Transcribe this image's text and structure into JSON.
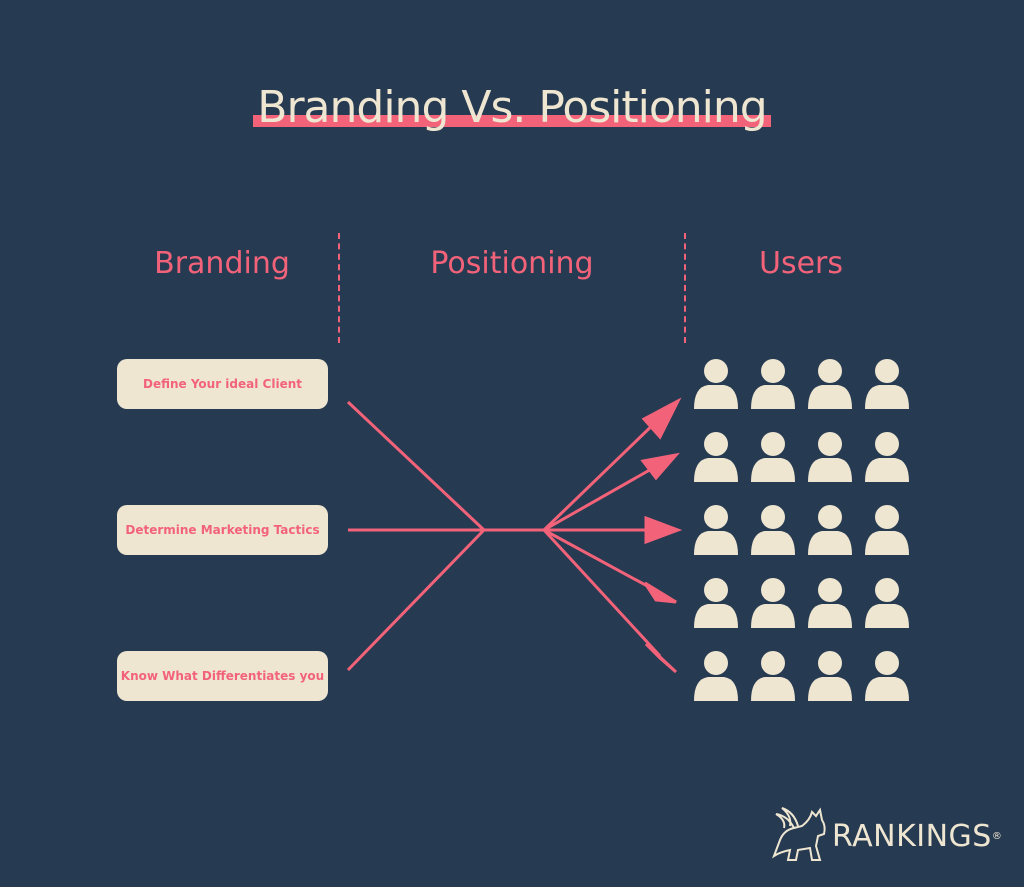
{
  "title": "Branding Vs. Positioning",
  "columns": {
    "branding": "Branding",
    "positioning": "Positioning",
    "users": "Users"
  },
  "branding_items": [
    "Define Your ideal Client",
    "Determine Marketing Tactics",
    "Know What Differentiates you"
  ],
  "logo": {
    "text": "RANKINGS",
    "mark": "®"
  },
  "colors": {
    "background": "#263a51",
    "accent": "#f2637a",
    "cream": "#efe6d2"
  },
  "icons": {
    "user": "user-icon",
    "logo": "griffin-logo-icon"
  }
}
